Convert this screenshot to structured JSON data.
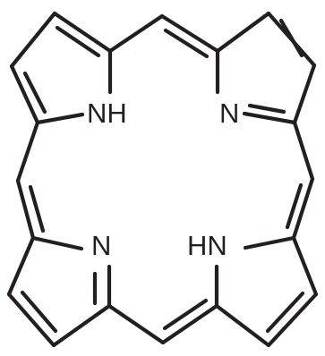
{
  "diagram": {
    "type": "chemical-structure",
    "atoms": [
      {
        "id": "n1",
        "label": "NH"
      },
      {
        "id": "n2",
        "label": "N"
      },
      {
        "id": "n3",
        "label": "N"
      },
      {
        "id": "n4",
        "label": "HN"
      }
    ],
    "colors": {
      "bond": "#231f20",
      "label": "#231f20",
      "background": "#ffffff"
    }
  }
}
